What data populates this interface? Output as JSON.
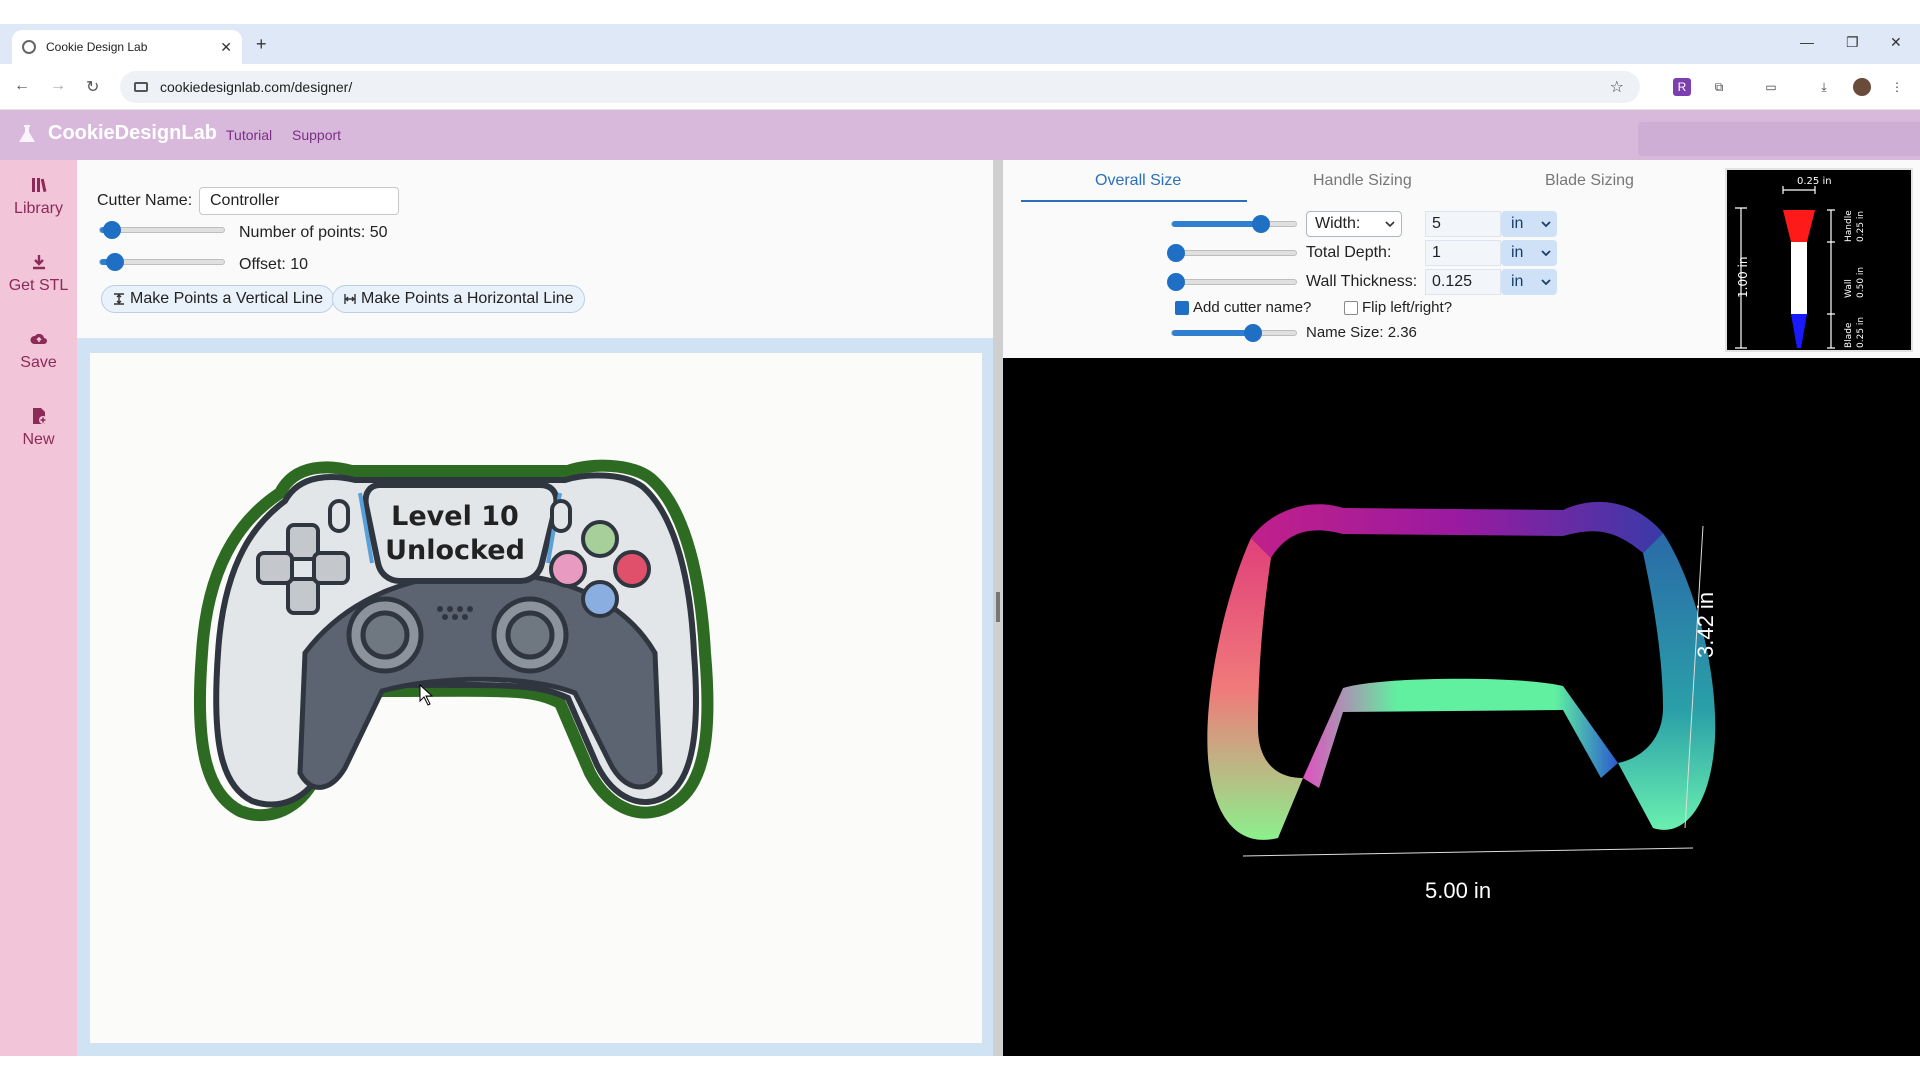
{
  "browser": {
    "tab_title": "Cookie Design Lab",
    "url": "cookiedesignlab.com/designer/"
  },
  "header": {
    "brand": "CookieDesignLab",
    "links": [
      "Tutorial",
      "Support"
    ]
  },
  "sidebar": {
    "items": [
      {
        "label": "Library",
        "icon": "library-icon"
      },
      {
        "label": "Get STL",
        "icon": "download-icon"
      },
      {
        "label": "Save",
        "icon": "cloud-upload-icon"
      },
      {
        "label": "New",
        "icon": "new-file-icon"
      }
    ]
  },
  "designer": {
    "cutter_name_label": "Cutter Name:",
    "cutter_name_value": "Controller",
    "points_label": "Number of points: 50",
    "points_fraction": 0.1,
    "offset_label": "Offset: 10",
    "offset_fraction": 0.12,
    "vertical_btn": "Make Points a Vertical Line",
    "horizontal_btn": "Make Points a Horizontal Line",
    "canvas_text_line1": "Level 10",
    "canvas_text_line2": "Unlocked"
  },
  "sizing": {
    "tabs": [
      "Overall Size",
      "Handle Sizing",
      "Blade Sizing"
    ],
    "active_tab": 0,
    "dimension_select": "Width:",
    "width_value": "5",
    "width_unit": "in",
    "width_fraction": 0.72,
    "depth_label": "Total Depth:",
    "depth_value": "1",
    "depth_unit": "in",
    "depth_fraction": 0.03,
    "wall_label": "Wall Thickness:",
    "wall_value": "0.125",
    "wall_unit": "in",
    "wall_fraction": 0.03,
    "add_name_label": "Add cutter name?",
    "add_name_checked": true,
    "flip_label": "Flip left/right?",
    "flip_checked": false,
    "name_size_label": "Name Size: 2.36",
    "name_size_fraction": 0.65
  },
  "profile": {
    "top_label": "0.25 in",
    "height_label": "1.00 in",
    "handle_label": "Handle",
    "handle_value": "0.25 in",
    "wall_label": "Wall",
    "wall_value": "0.50 in",
    "blade_label": "Blade",
    "blade_value": "0.25 in"
  },
  "preview": {
    "width_label": "5.00 in",
    "depth_label": "3.42 in"
  },
  "colors": {
    "brand_header": "#d8b9dc",
    "sidebar": "#f2c6d8",
    "accent_blue": "#2c6fb8",
    "outline_green": "#2e6b22"
  }
}
